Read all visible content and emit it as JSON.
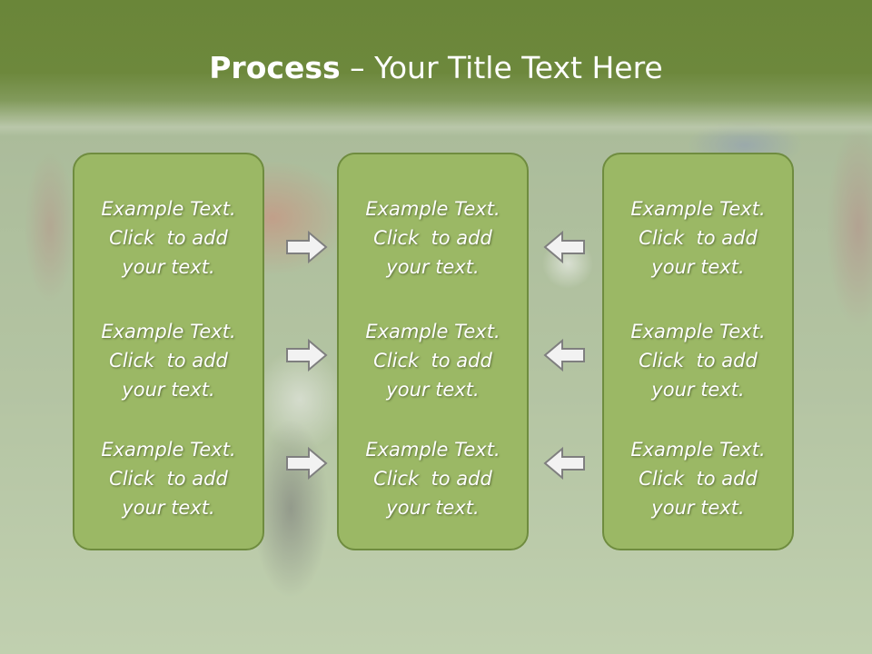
{
  "slide": {
    "title_bold": "Process",
    "title_rest": " – Your Title Text Here",
    "colors": {
      "title_band": "#6a8639",
      "box_fill": "#9bb865",
      "box_border": "#6f8c3f",
      "arrow_fill": "#f2f2f2",
      "arrow_stroke": "#7f7f7f"
    },
    "columns": [
      {
        "items": [
          {
            "line1": "Example Text.",
            "line2": "Click  to add",
            "line3": "your text."
          },
          {
            "line1": "Example Text.",
            "line2": "Click  to add",
            "line3": "your text."
          },
          {
            "line1": "Example Text.",
            "line2": "Click  to add",
            "line3": "your text."
          }
        ]
      },
      {
        "items": [
          {
            "line1": "Example Text.",
            "line2": "Click  to add",
            "line3": "your text."
          },
          {
            "line1": "Example Text.",
            "line2": "Click  to add",
            "line3": "your text."
          },
          {
            "line1": "Example Text.",
            "line2": "Click  to add",
            "line3": "your text."
          }
        ]
      },
      {
        "items": [
          {
            "line1": "Example Text.",
            "line2": "Click  to add",
            "line3": "your text."
          },
          {
            "line1": "Example Text.",
            "line2": "Click  to add",
            "line3": "your text."
          },
          {
            "line1": "Example Text.",
            "line2": "Click  to add",
            "line3": "your text."
          }
        ]
      }
    ],
    "arrows": {
      "left_group_direction": "right",
      "right_group_direction": "left",
      "icon": "block-arrow-icon"
    }
  }
}
